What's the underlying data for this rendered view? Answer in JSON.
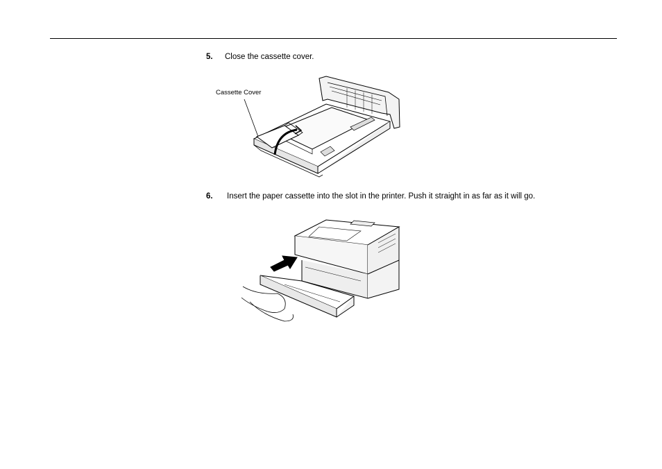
{
  "steps": [
    {
      "number": "5.",
      "text": "Close the cassette cover."
    },
    {
      "number": "6.",
      "text": "Insert the paper cassette into the slot in the printer. Push it straight in as far as it will go."
    }
  ],
  "figure1": {
    "callout": "Cassette Cover"
  }
}
